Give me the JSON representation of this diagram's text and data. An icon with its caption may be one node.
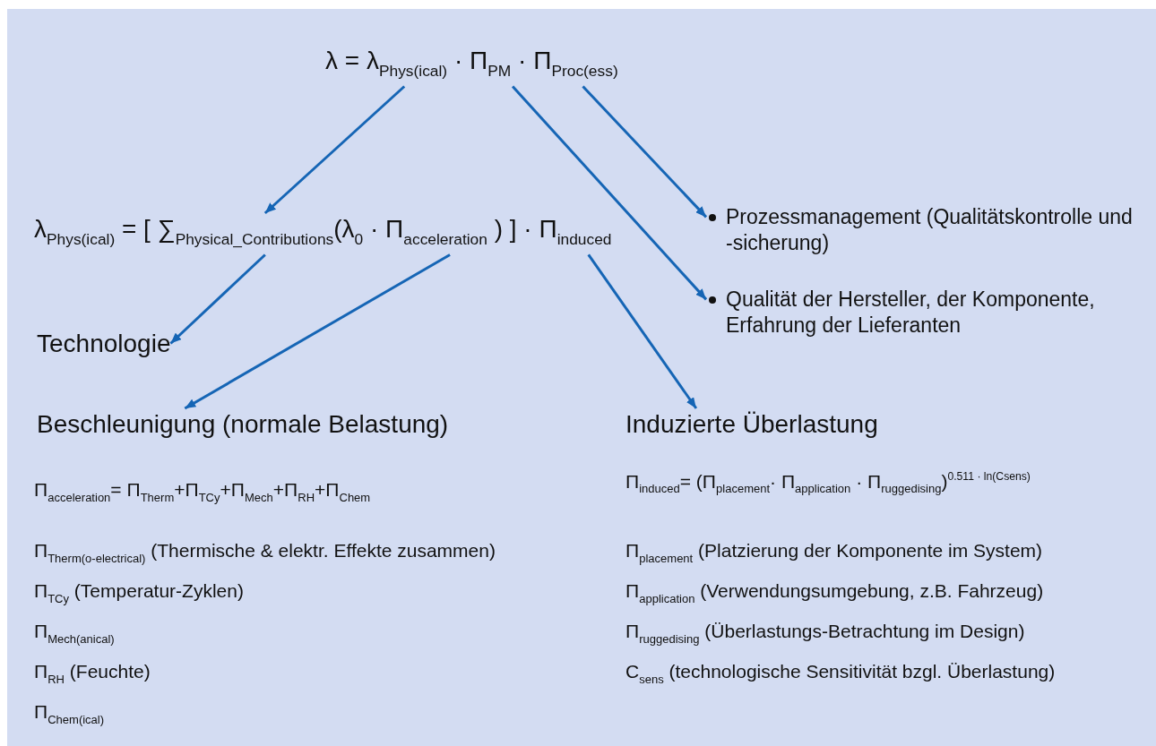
{
  "diagram": {
    "nodes": [
      {
        "text": [
          "λ = λ$_{Phys(ical)}$ · Π$_{PM}$ · Π$_{Proc(ess)}$"
        ]
      },
      {
        "text": [
          "λ$_{Phys(ical)}$ = [ ∑$_{Physical_Contributions}$(λ$_{0}$ · Π$_{acceleration}$ ) ] · Π$_{induced}$"
        ]
      },
      {
        "text": [
          "Prozessmanagement (Qualitätskontrolle und -sicherung)"
        ]
      },
      {
        "text": [
          "Qualität der Hersteller, der Komponente, Erfahrung der Lieferanten"
        ]
      },
      {
        "text": [
          "Technologie"
        ]
      },
      {
        "text": [
          "Beschleunigung (normale Belastung)"
        ]
      },
      {
        "text": [
          "Induzierte Überlastung"
        ]
      }
    ],
    "edges": [
      {
        "from": 0,
        "to": 1,
        "arrow": "to"
      },
      {
        "from": 0,
        "to": 2,
        "arrow": "to"
      },
      {
        "from": 0,
        "to": 3,
        "arrow": "to"
      },
      {
        "from": 1,
        "to": 4,
        "arrow": "to"
      },
      {
        "from": 1,
        "to": 5,
        "arrow": "to"
      },
      {
        "from": 1,
        "to": 6,
        "arrow": "to"
      }
    ],
    "labels": [
      "Π$_{acceleration}$= Π$_{Therm}$+Π$_{TCy}$+Π$_{Mech}$+Π$_{RH}$+Π$_{Chem}$",
      "Π$_{induced}$= (Π$_{placement}$· Π$_{application}$ · Π$_{ruggedising}$)$^{0.511 · ln(Csens)}$",
      "Π$_{Therm(o-electrical)}$ (Thermische & elektr. Effekte zusammen)",
      "Π$_{placement}$ (Platzierung der Komponente im System)",
      "Π$_{TCy}$ (Temperatur-Zyklen)",
      "Π$_{application}$ (Verwendungsumgebung, z.B. Fahrzeug)",
      "Π$_{Mech(anical)}$",
      "Π$_{ruggedising}$ (Überlastungs-Betrachtung im Design)",
      "Π$_{RH}$ (Feuchte)",
      "C$_{sens}$ (technologische Sensitivität bzgl. Überlastung)",
      "Π$_{Chem(ical)}$"
    ]
  }
}
